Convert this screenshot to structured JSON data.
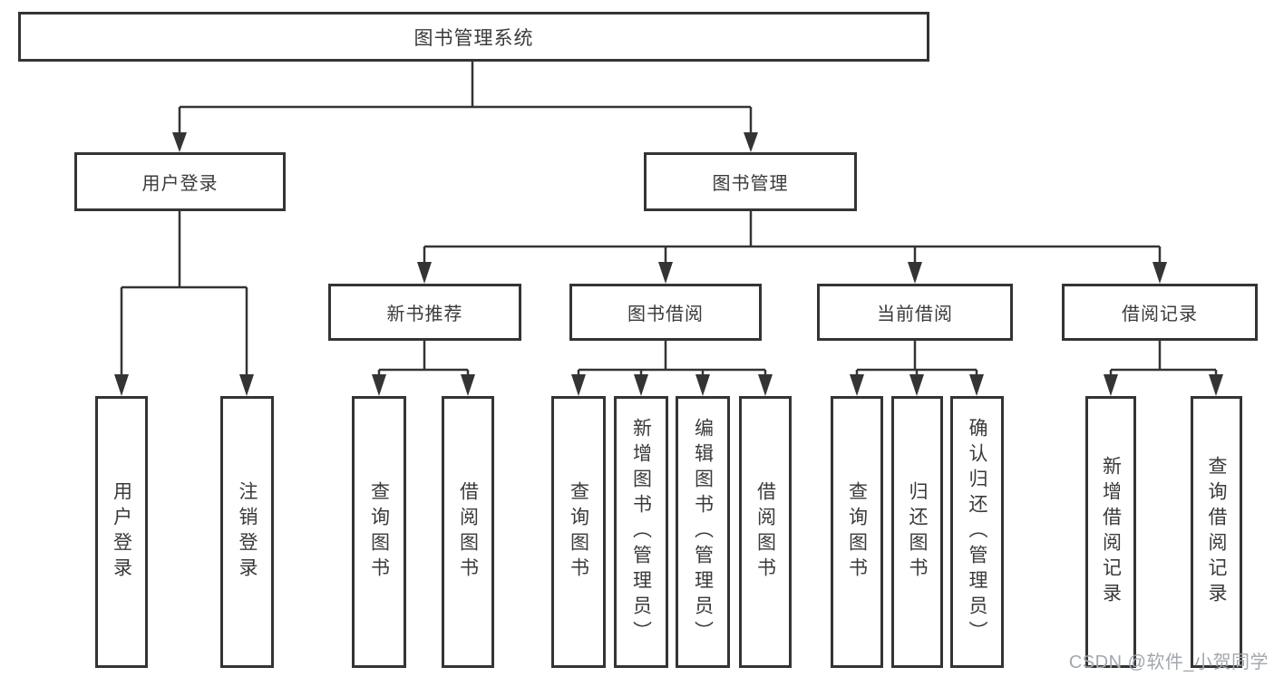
{
  "tree": {
    "root": {
      "label": "图书管理系统"
    },
    "children": [
      {
        "label": "用户登录",
        "children": [
          {
            "label": "用户登录"
          },
          {
            "label": "注销登录"
          }
        ]
      },
      {
        "label": "图书管理",
        "children": [
          {
            "label": "新书推荐",
            "children": [
              {
                "label": "查询图书"
              },
              {
                "label": "借阅图书"
              }
            ]
          },
          {
            "label": "图书借阅",
            "children": [
              {
                "label": "查询图书"
              },
              {
                "label": "新增图书（管理员）"
              },
              {
                "label": "编辑图书（管理员）"
              },
              {
                "label": "借阅图书"
              }
            ]
          },
          {
            "label": "当前借阅",
            "children": [
              {
                "label": "查询图书"
              },
              {
                "label": "归还图书"
              },
              {
                "label": "确认归还（管理员）"
              }
            ]
          },
          {
            "label": "借阅记录",
            "children": [
              {
                "label": "新增借阅记录"
              },
              {
                "label": "查询借阅记录"
              }
            ]
          }
        ]
      }
    ]
  },
  "watermark": {
    "text": "CSDN @软件_小贺同学"
  },
  "colors": {
    "line": "#343434",
    "text": "#3a3a3a",
    "background": "#ffffff",
    "watermark": "#a2a7af"
  }
}
